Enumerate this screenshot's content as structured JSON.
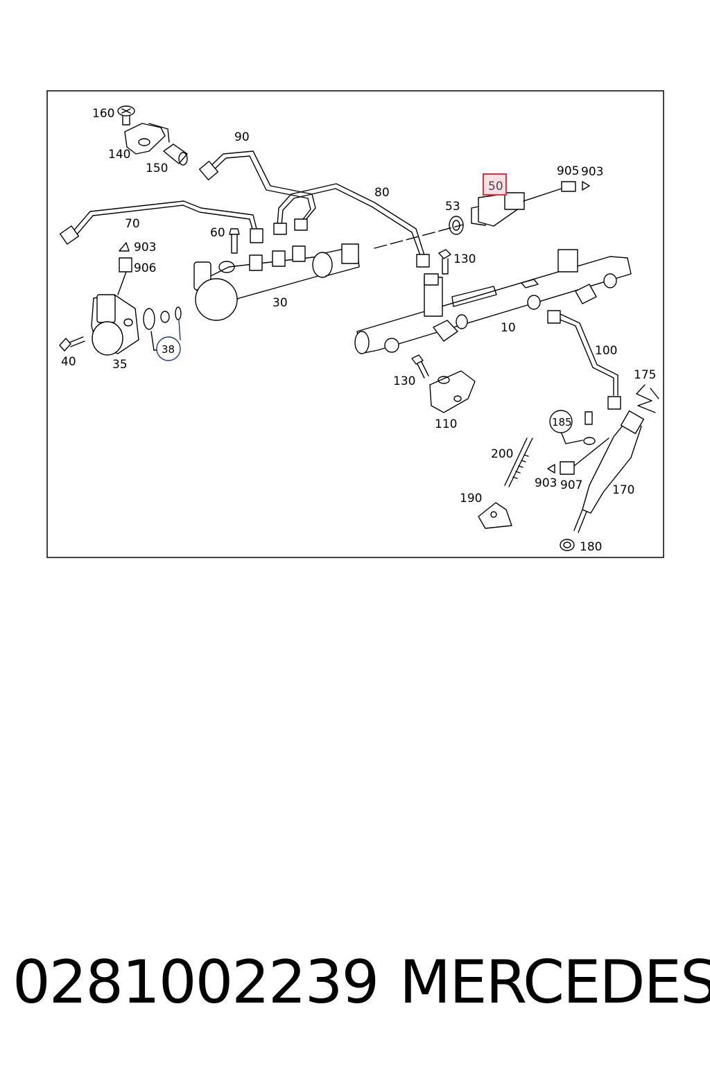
{
  "labels": {
    "p160": "160",
    "p140": "140",
    "p150": "150",
    "p90": "90",
    "p80": "80",
    "p70": "70",
    "p60": "60",
    "p903a": "903",
    "p906": "906",
    "p30": "30",
    "p38": "38",
    "p40": "40",
    "p35": "35",
    "p905": "905",
    "p903b": "903",
    "p50": "50",
    "p53": "53",
    "p130a": "130",
    "p10": "10",
    "p100": "100",
    "p175": "175",
    "p130b": "130",
    "p110": "110",
    "p185": "185",
    "p200": "200",
    "p903c": "903",
    "p907": "907",
    "p170": "170",
    "p190": "190",
    "p180": "180"
  },
  "footer": {
    "part_number": "0281002239",
    "brand": "MERCEDES"
  },
  "colors": {
    "line": "#000000",
    "highlight_border": "#e0303a",
    "highlight_fill": "#f8e0e6"
  }
}
